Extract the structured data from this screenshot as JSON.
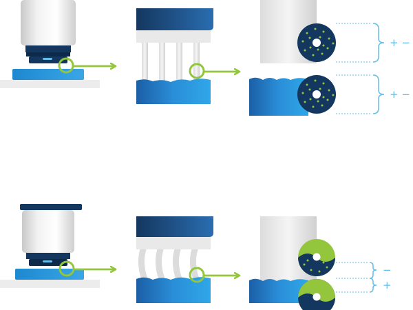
{
  "colors": {
    "navy": "#14375f",
    "blue": "#1f82cc",
    "light_blue": "#62bde9",
    "green": "#93c53d",
    "silver": "#e6e6e6",
    "surface_gray": "#ececec"
  },
  "rows": [
    {
      "name": "top-row",
      "state": "separated-charges",
      "signs": [
        "+ −",
        "+ −"
      ]
    },
    {
      "name": "bottom-row",
      "state": "paired-charges",
      "signs": [
        "−",
        "+"
      ]
    }
  ]
}
